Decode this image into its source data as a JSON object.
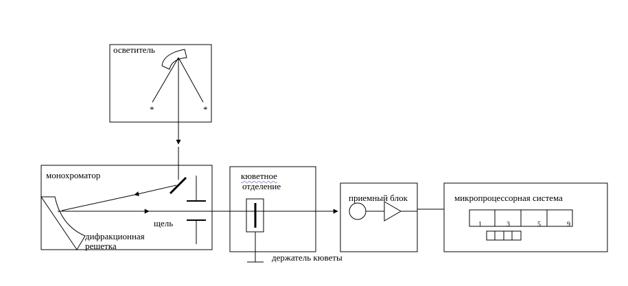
{
  "blocks": {
    "illuminator": "осветитель",
    "monochromator": "монохроматор",
    "cuvette_compartment_line1": "кюветное",
    "cuvette_compartment_line2": "отделение",
    "receiver": "приемный блок",
    "microprocessor": "микропроцессорная система"
  },
  "labels": {
    "slit": "щель",
    "grating_line1": "дифракционная",
    "grating_line2": "решетка",
    "cuvette_holder": "держатель кюветы",
    "star_left": "*",
    "star_right": "*"
  },
  "display_digits": [
    "1",
    "3",
    "5",
    "9"
  ]
}
